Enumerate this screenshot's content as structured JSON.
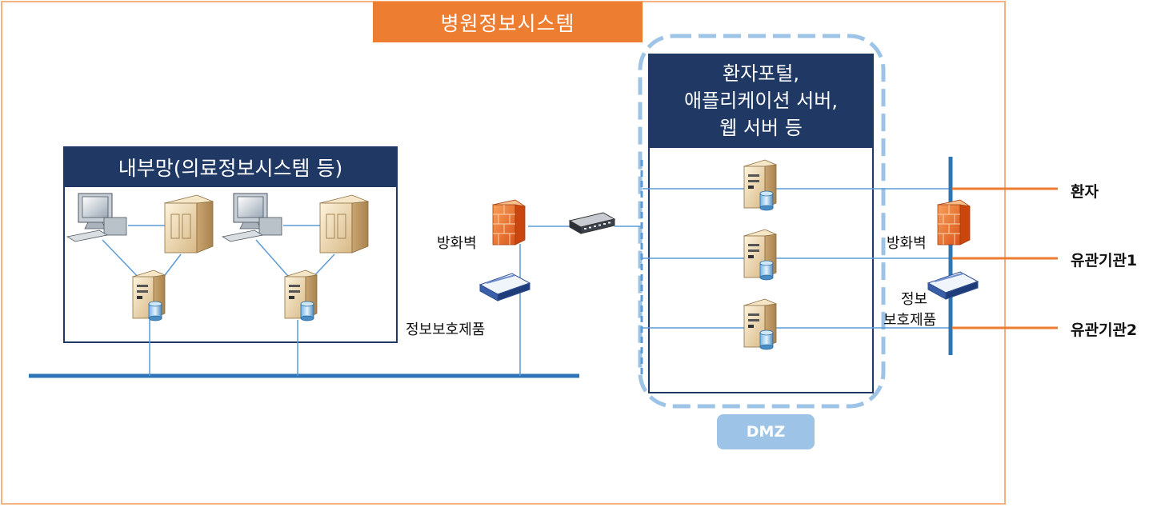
{
  "title": "병원정보시스템",
  "internal_network": {
    "title": "내부망(의료정보시스템 등)"
  },
  "dmz": {
    "title_lines": [
      "환자포털,",
      "애플리케이션 서버,",
      "웹 서버 등"
    ],
    "badge": "DMZ"
  },
  "left_security": {
    "firewall_label": "방화벽",
    "security_product_label": "정보보호제품"
  },
  "right_security": {
    "firewall_label": "방화벽",
    "security_product_label_line1": "정보",
    "security_product_label_line2": "보호제품"
  },
  "external": {
    "patient": "환자",
    "agency1": "유관기관1",
    "agency2": "유관기관2"
  },
  "colors": {
    "banner": "#ed7d31",
    "frame": "#f4b183",
    "navy": "#1f3864",
    "network_line": "#2e75b6",
    "link_line": "#5b9bd5",
    "external_line": "#ed7d31",
    "dmz_dash": "#9dc3e6"
  },
  "icons": [
    "workstation-icon",
    "server-icon",
    "database-server-icon",
    "firewall-icon",
    "network-switch-icon",
    "security-appliance-icon"
  ]
}
